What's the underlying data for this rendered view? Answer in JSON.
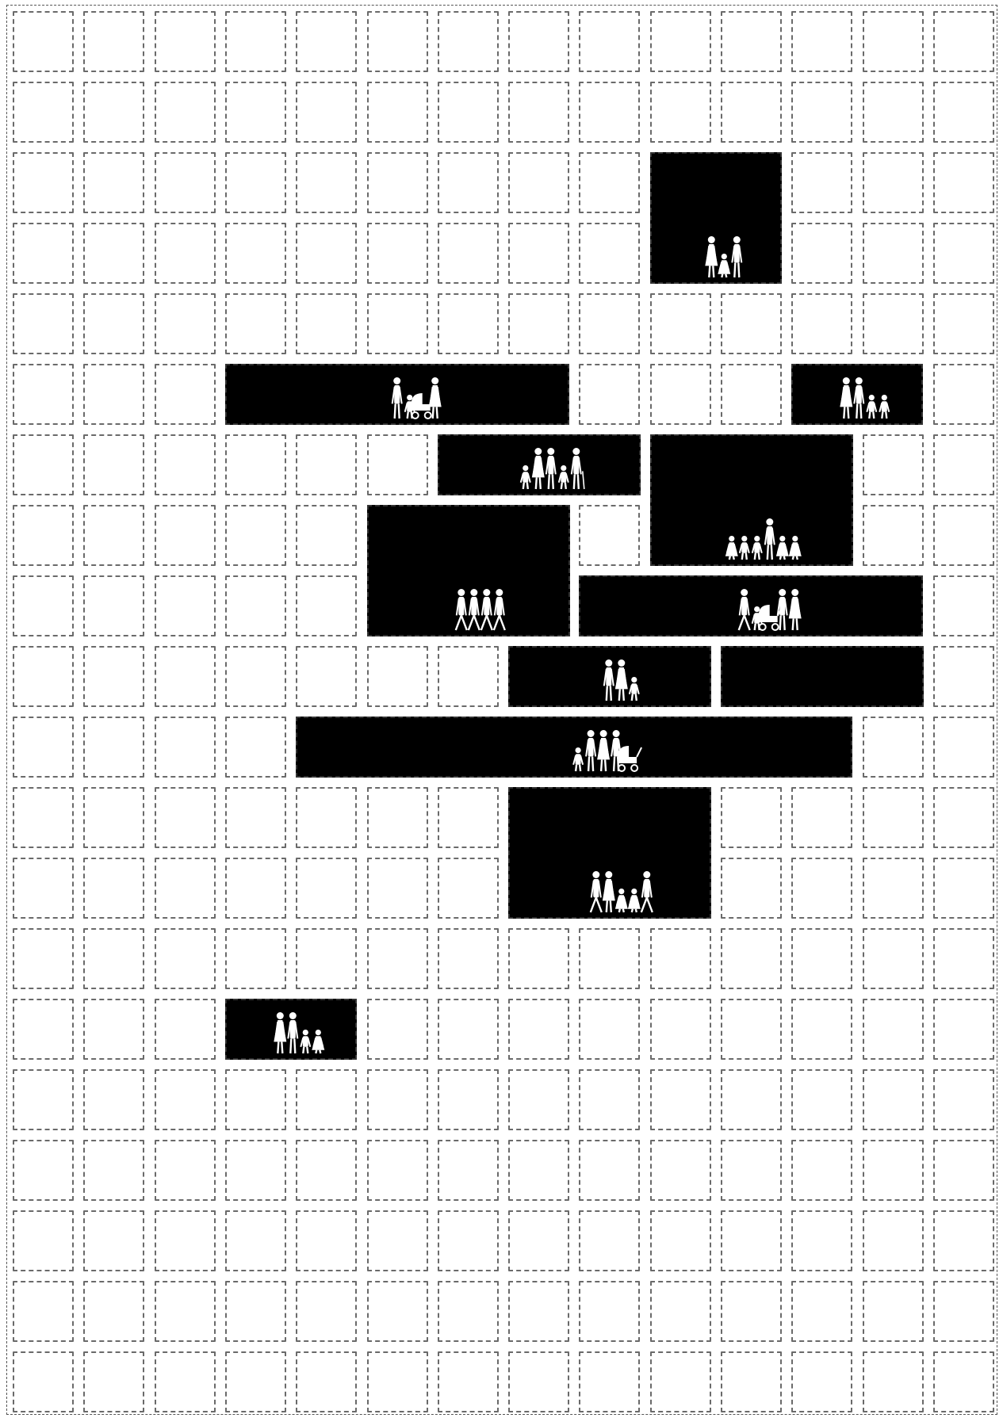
{
  "grid": {
    "columns": 14,
    "rows": 20,
    "cell_fill": "#ffffff",
    "cell_border": "#6a6a6a",
    "background": "#ffffff"
  },
  "blocks": [
    {
      "id": "block-a",
      "col": 9,
      "row": 2,
      "w": 2,
      "h": 2,
      "figures": [
        "woman",
        "girl",
        "man"
      ]
    },
    {
      "id": "block-b",
      "col": 3,
      "row": 5,
      "w": 5,
      "h": 1,
      "figures": [
        "bending-adult",
        "child",
        "stroller",
        "woman"
      ]
    },
    {
      "id": "block-c",
      "col": 11,
      "row": 5,
      "w": 2,
      "h": 1,
      "figures": [
        "woman",
        "man",
        "child",
        "child"
      ]
    },
    {
      "id": "block-d",
      "col": 6,
      "row": 6,
      "w": 3,
      "h": 1,
      "figures": [
        "child",
        "woman",
        "man",
        "child",
        "elder-with-cane"
      ]
    },
    {
      "id": "block-e",
      "col": 9,
      "row": 6,
      "w": 3,
      "h": 2,
      "figures": [
        "girl",
        "child",
        "child",
        "man",
        "girl",
        "girl"
      ]
    },
    {
      "id": "block-f",
      "col": 5,
      "row": 7,
      "w": 3,
      "h": 2,
      "figures": [
        "walker",
        "walker",
        "walker",
        "walker"
      ]
    },
    {
      "id": "block-g",
      "col": 8,
      "row": 8,
      "w": 5,
      "h": 1,
      "figures": [
        "runner",
        "child",
        "stroller",
        "man",
        "woman"
      ]
    },
    {
      "id": "block-h",
      "col": 7,
      "row": 9,
      "w": 3,
      "h": 1,
      "figures": [
        "man",
        "woman",
        "child"
      ]
    },
    {
      "id": "block-i",
      "col": 10,
      "row": 9,
      "w": 3,
      "h": 1,
      "figures": []
    },
    {
      "id": "block-j",
      "col": 4,
      "row": 10,
      "w": 8,
      "h": 1,
      "figures": [
        "child",
        "man",
        "woman",
        "man",
        "stroller"
      ]
    },
    {
      "id": "block-k",
      "col": 7,
      "row": 11,
      "w": 3,
      "h": 2,
      "figures": [
        "walker",
        "woman",
        "girl",
        "girl",
        "walker"
      ]
    },
    {
      "id": "block-l",
      "col": 3,
      "row": 14,
      "w": 2,
      "h": 1,
      "figures": [
        "woman",
        "man",
        "child",
        "girl"
      ]
    }
  ]
}
